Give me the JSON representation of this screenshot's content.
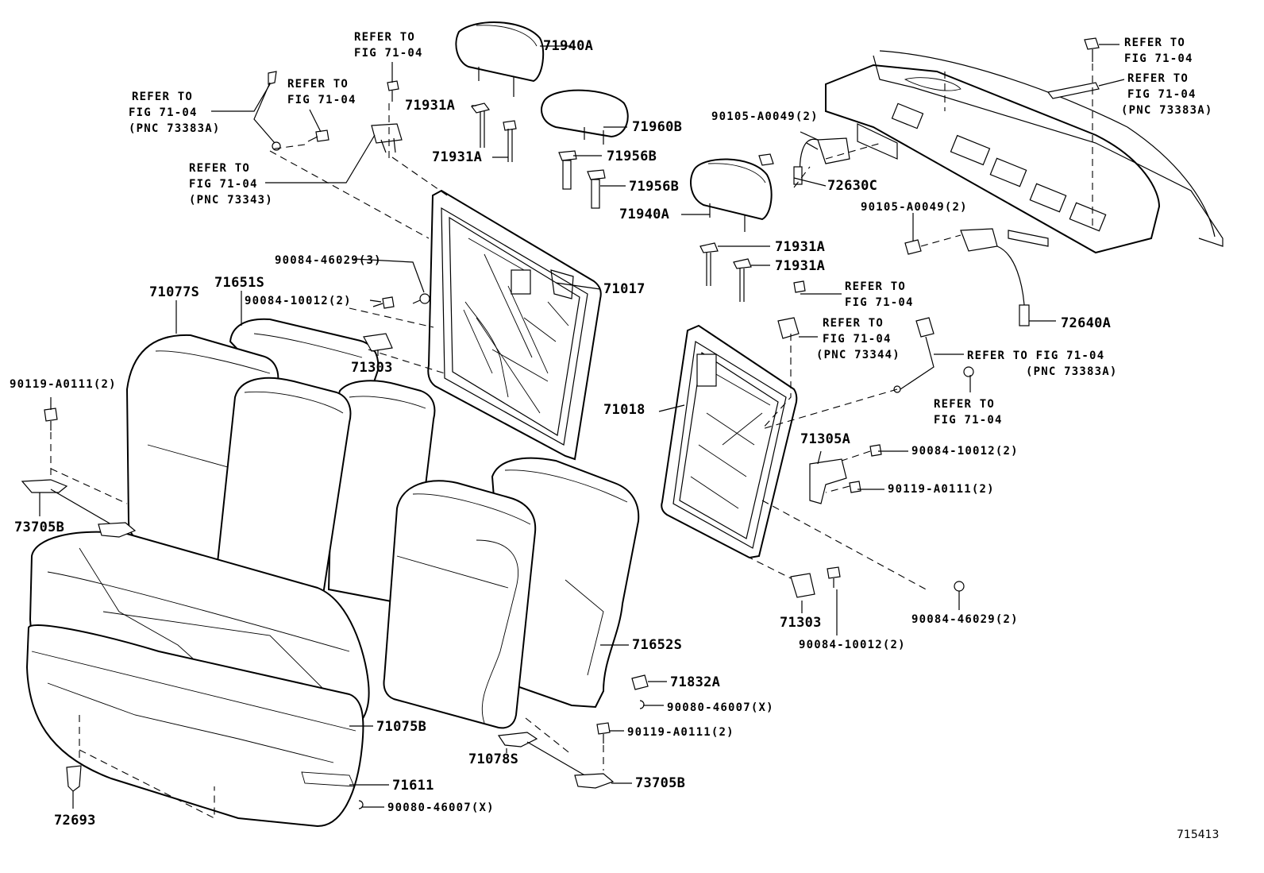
{
  "diagram_code": "715413",
  "callouts": {
    "c71940A_top": "71940A",
    "c71931A_1": "71931A",
    "c71931A_2": "71931A",
    "c71960B": "71960B",
    "c71956B_1": "71956B",
    "c71956B_2": "71956B",
    "c71940A_mid": "71940A",
    "c71931A_3": "71931A",
    "c71931A_4": "71931A",
    "c90105_1": "90105-A0049(2)",
    "c72630C": "72630C",
    "c90105_2": "90105-A0049(2)",
    "c72640A": "72640A",
    "c90084_46029_3": "90084-46029(3)",
    "c71651S": "71651S",
    "c71077S": "71077S",
    "c90084_10012_a": "90084-10012(2)",
    "c71017": "71017",
    "c71303_a": "71303",
    "c90119_a": "90119-A0111(2)",
    "c73705B_a": "73705B",
    "c71018": "71018",
    "c71305A": "71305A",
    "c90084_10012_b": "90084-10012(2)",
    "c90119_b": "90119-A0111(2)",
    "c71303_b": "71303",
    "c90084_10012_c": "90084-10012(2)",
    "c90084_46029_2": "90084-46029(2)",
    "c71652S": "71652S",
    "c71832A": "71832A",
    "c90080_46007_a": "90080-46007(X)",
    "c90119_c": "90119-A0111(2)",
    "c71075B": "71075B",
    "c71078S": "71078S",
    "c73705B_b": "73705B",
    "c71611": "71611",
    "c90080_46007_b": "90080-46007(X)",
    "c72693": "72693"
  },
  "refers": {
    "r1": [
      "REFER TO",
      "FIG 71-04"
    ],
    "r2": [
      "REFER TO",
      "FIG 71-04",
      "(PNC 73383A)"
    ],
    "r3": [
      "REFER TO",
      "FIG 71-04"
    ],
    "r4": [
      "REFER TO",
      "FIG 71-04",
      "(PNC 73343)"
    ],
    "r5": [
      "REFER TO",
      "FIG 71-04"
    ],
    "r6": [
      "REFER TO",
      "FIG 71-04",
      "(PNC 73383A)"
    ],
    "r7": [
      "REFER TO",
      "FIG 71-04"
    ],
    "r8": [
      "REFER TO",
      "FIG 71-04",
      "(PNC 73344)"
    ],
    "r9": [
      "REFER TO FIG 71-04",
      "(PNC 73383A)"
    ],
    "r10": [
      "REFER TO",
      "FIG 71-04"
    ]
  }
}
